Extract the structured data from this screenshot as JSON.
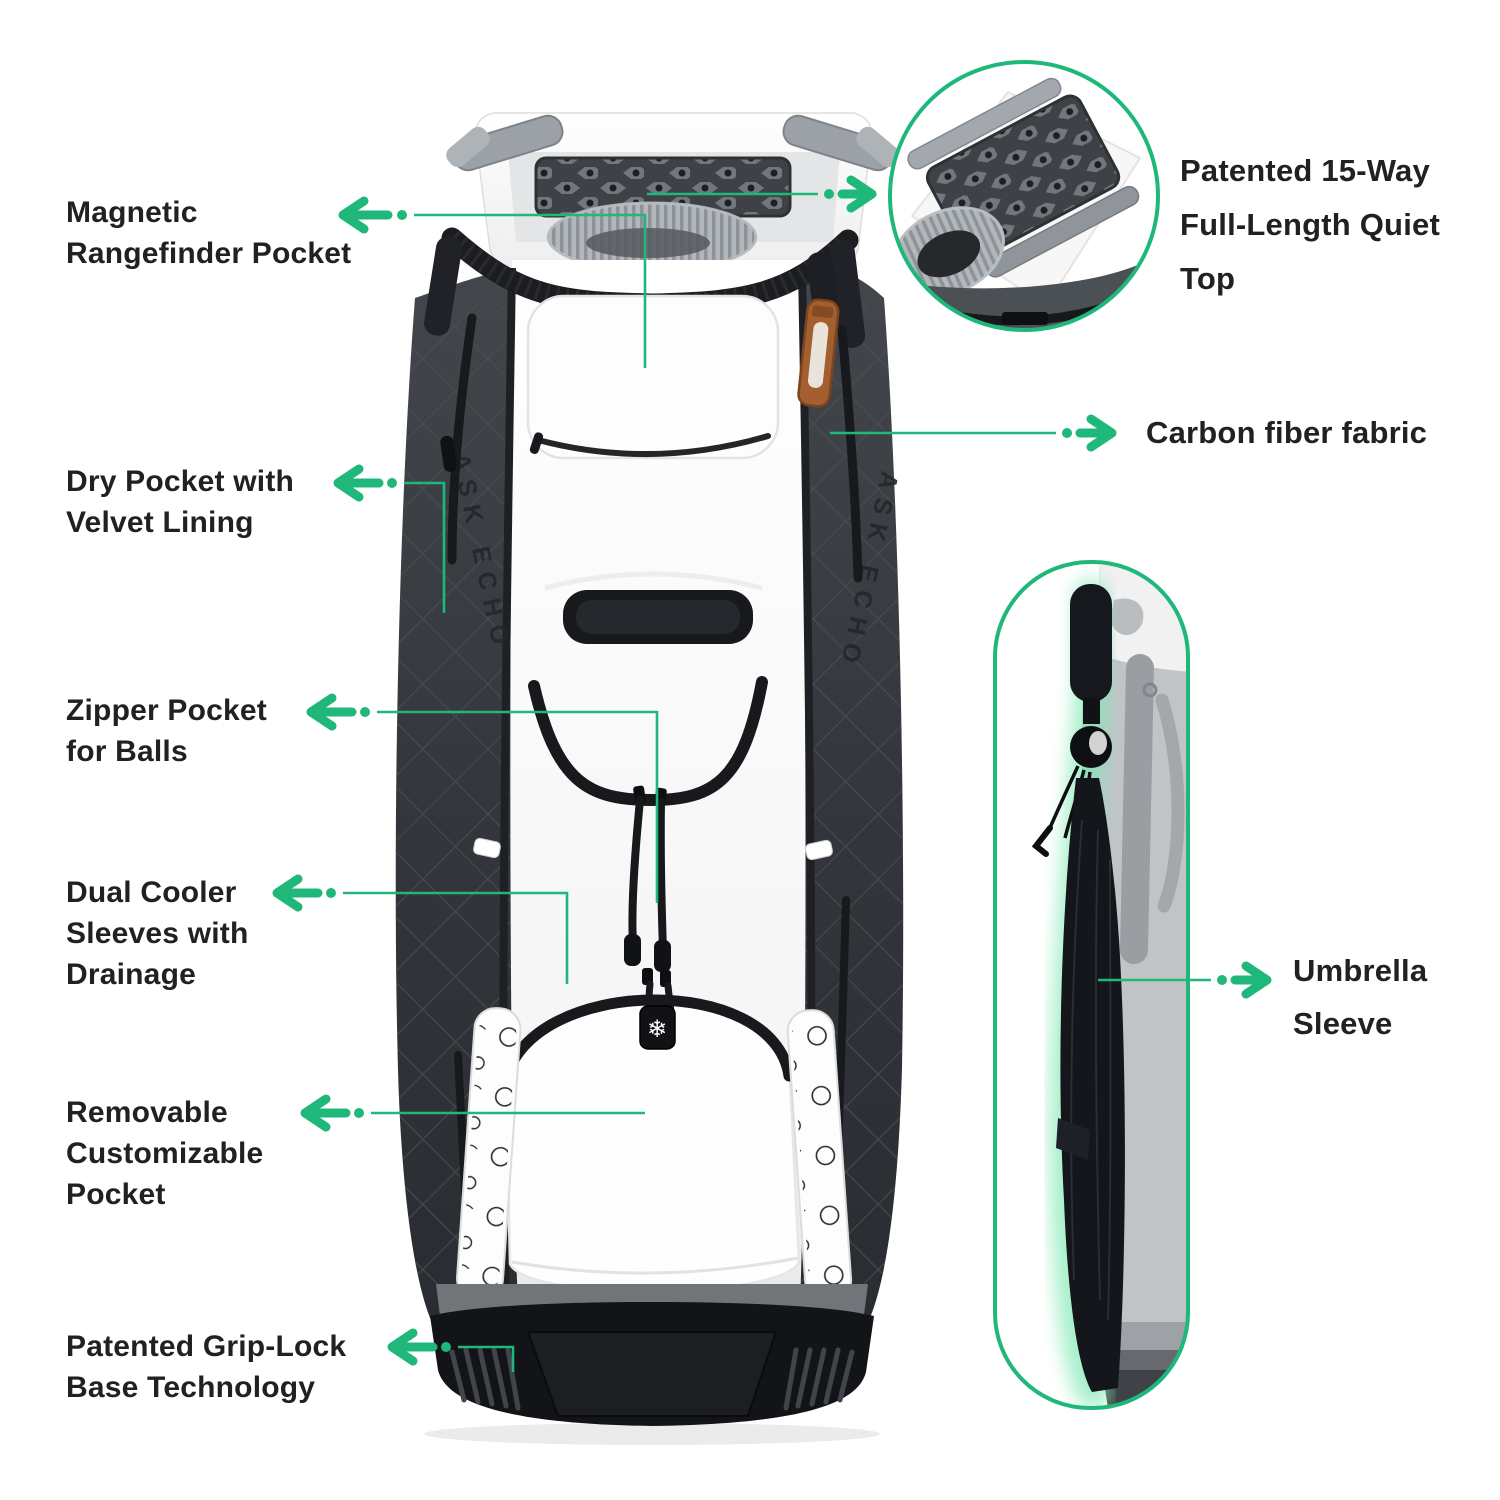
{
  "colors": {
    "accent_green": "#1FB87A",
    "text": "#232021",
    "bag_dark": "#33373c",
    "bag_white": "#fcfcfc",
    "base_black": "#141517",
    "tag_brown": "#a35f30"
  },
  "brand": {
    "name": "ASK ECHO"
  },
  "icons": {
    "snowflake_glyph": "❄",
    "left_arrow_icon": "left-arrow",
    "right_arrow_icon": "right-arrow"
  },
  "callouts": {
    "magnetic_rangefinder": {
      "lines": [
        "Magnetic",
        "Rangefinder Pocket"
      ]
    },
    "quiet_top": {
      "lines": [
        "Patented 15-Way",
        "Full-Length Quiet",
        "Top"
      ]
    },
    "carbon_fiber": {
      "lines": [
        "Carbon fiber fabric"
      ]
    },
    "dry_pocket": {
      "lines": [
        "Dry Pocket with",
        "Velvet Lining"
      ]
    },
    "zipper_pocket": {
      "lines": [
        "Zipper Pocket",
        "for Balls"
      ]
    },
    "dual_cooler": {
      "lines": [
        "Dual Cooler",
        "Sleeves with",
        "Drainage"
      ]
    },
    "removable_pocket": {
      "lines": [
        "Removable",
        "Customizable",
        "Pocket"
      ]
    },
    "grip_lock": {
      "lines": [
        "Patented Grip-Lock",
        "Base Technology"
      ]
    },
    "umbrella_sleeve": {
      "lines": [
        "Umbrella",
        "Sleeve"
      ]
    }
  }
}
